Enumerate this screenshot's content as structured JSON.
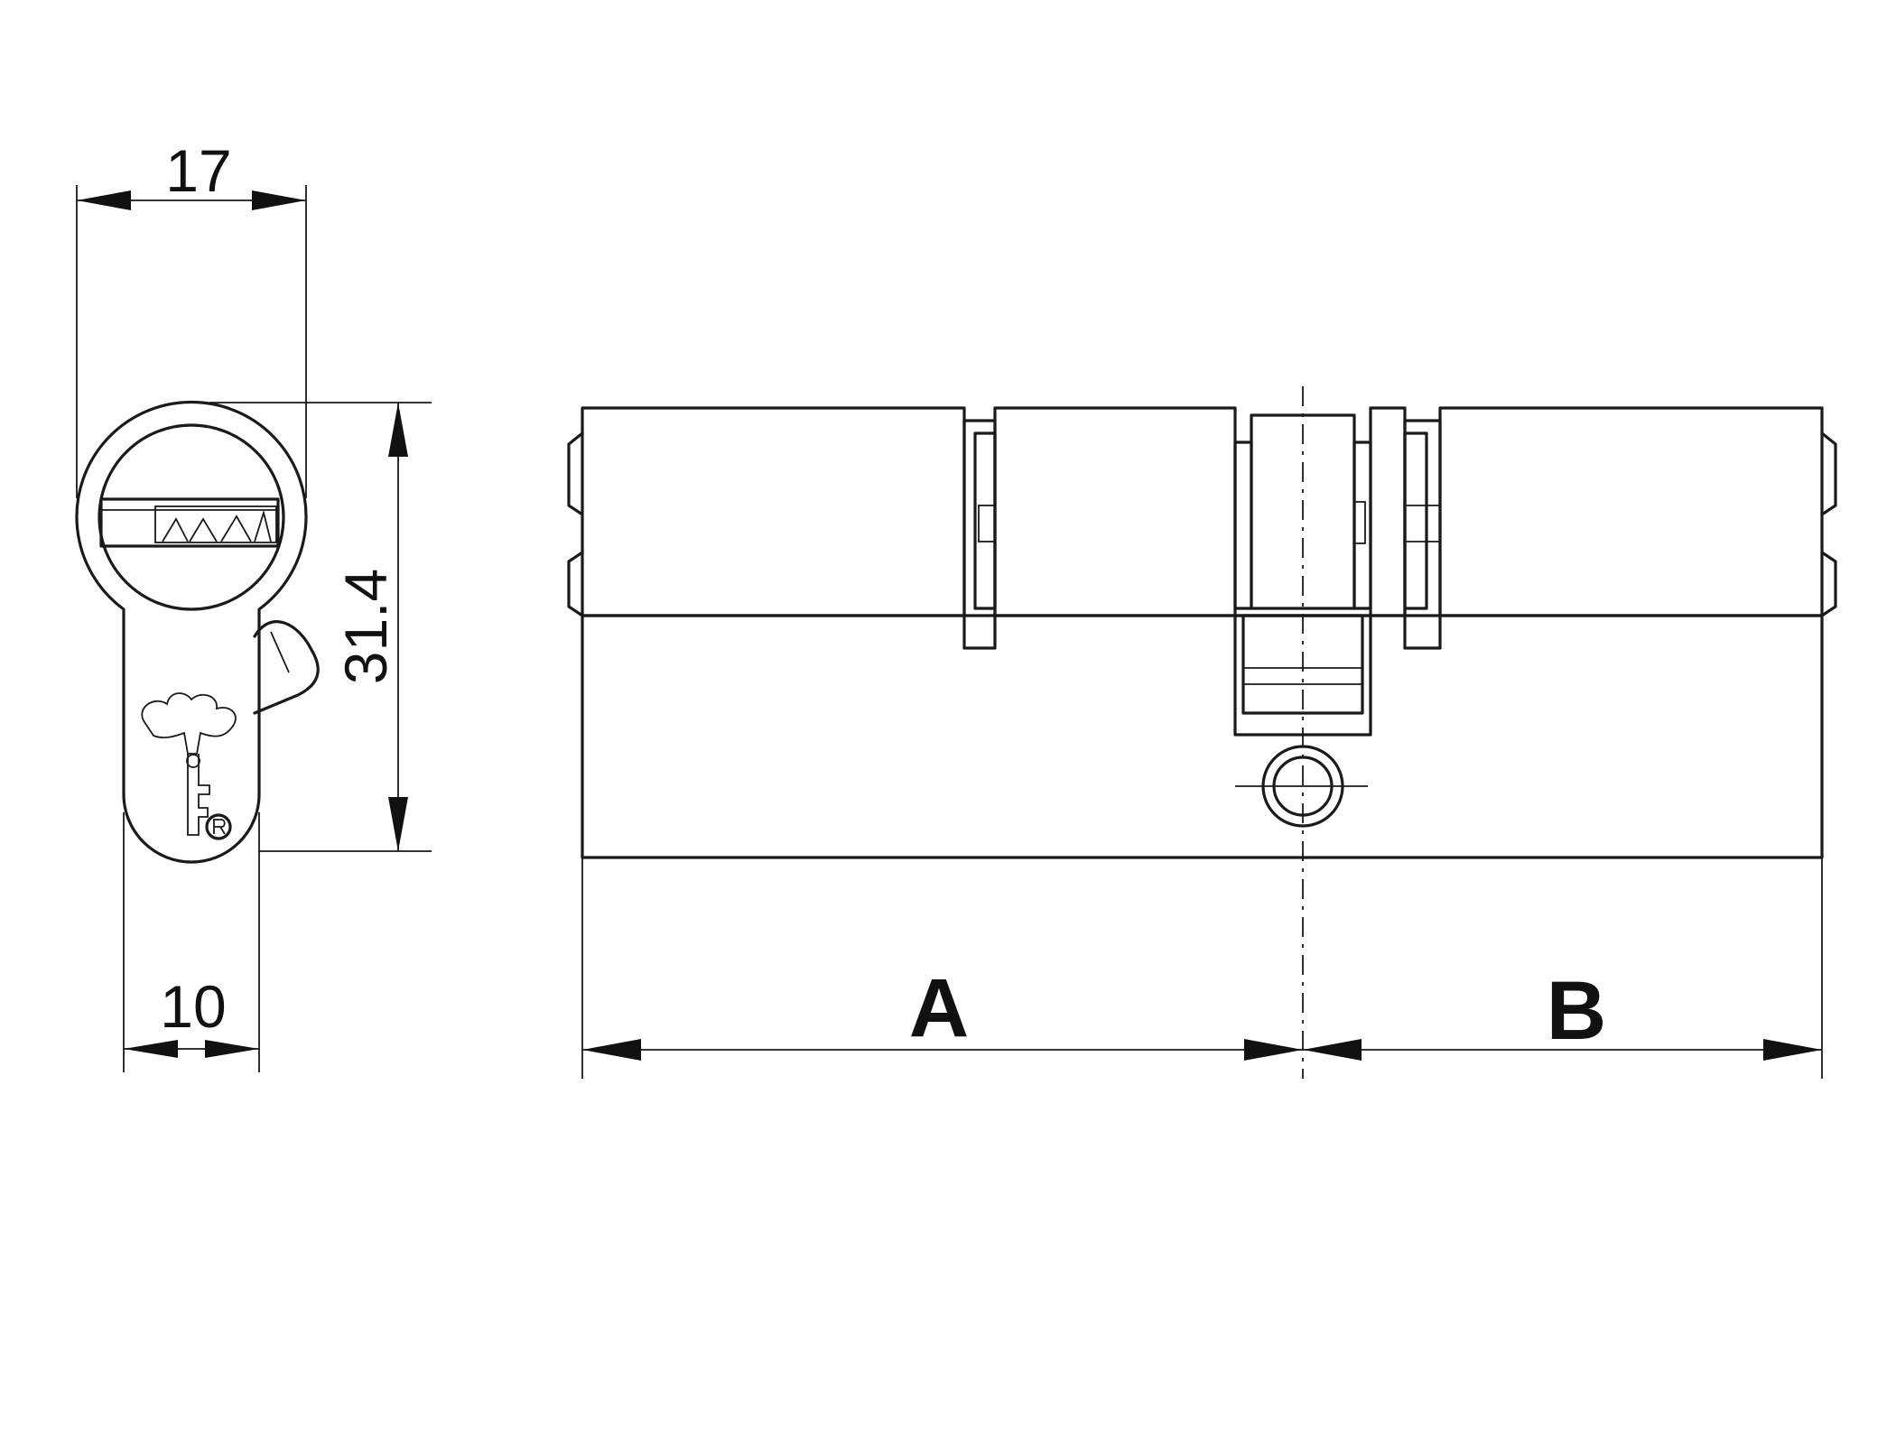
{
  "dimensions": {
    "width": "17",
    "height": "31.4",
    "cam_width": "10",
    "length_a": "A",
    "length_b": "B"
  },
  "colors": {
    "line": "#1a1a1a",
    "background": "#ffffff"
  },
  "icons": {
    "brand_mark": "key-logo-icon",
    "registered_mark": "registered-trademark-icon"
  }
}
